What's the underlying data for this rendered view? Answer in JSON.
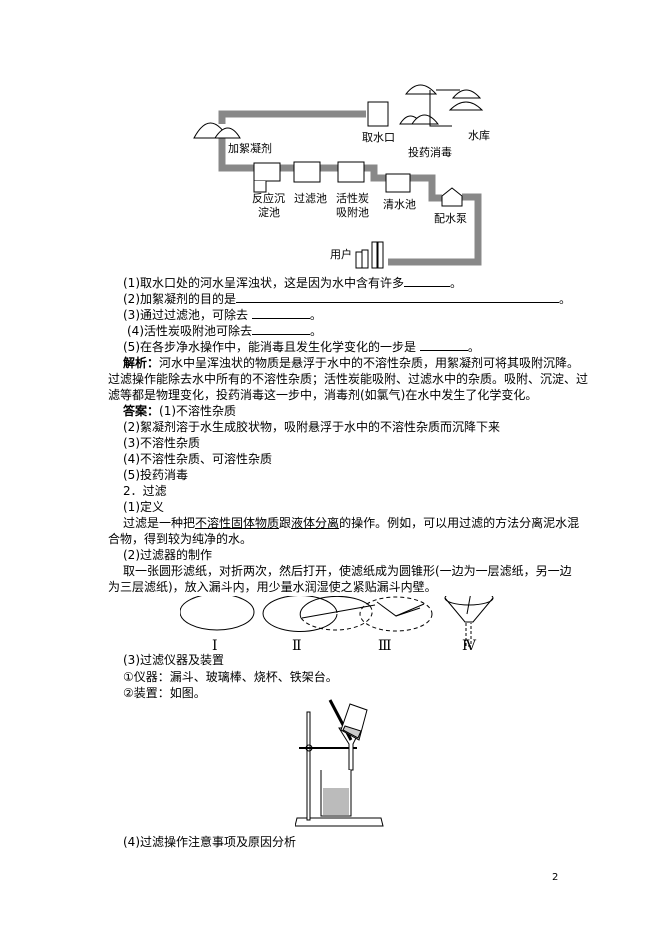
{
  "diagram1": {
    "labels": {
      "intake": "取水口",
      "reservoir": "水库",
      "coagulant": "加絮凝剂",
      "disinfect": "投药消毒",
      "tank1a": "反应沉",
      "tank1b": "淀池",
      "tank2": "过滤池",
      "tank3a": "活性炭",
      "tank3b": "吸附池",
      "tank4": "清水池",
      "pump": "配水泵",
      "user": "用户"
    }
  },
  "questions": [
    {
      "text": "(1)取水口处的河水呈浑浊状，这是因为水中含有许多",
      "end": "。"
    },
    {
      "text": "(2)加絮凝剂的目的是",
      "end": "。"
    },
    {
      "text": "(3)通过过滤池，可除去",
      "end": "。"
    },
    {
      "text": "(4)活性炭吸附池可除去",
      "end": "。"
    },
    {
      "text": "(5)在各步净水操作中，能消毒且发生化学变化的一步是",
      "end": "。"
    }
  ],
  "analysis": {
    "label": "解析：",
    "line1": "河水中呈浑浊状的物质是悬浮于水中的不溶性杂质，用絮凝剂可将其吸附沉降。",
    "line2": "过滤操作能除去水中所有的不溶性杂质；活性炭能吸附、过滤水中的杂质。吸附、沉淀、过",
    "line3": "滤等都是物理变化，投药消毒这一步中，消毒剂(如氯气)在水中发生了化学变化。"
  },
  "answer": {
    "label": "答案：",
    "items": [
      "(1)不溶性杂质",
      "(2)絮凝剂溶于水生成胶状物，吸附悬浮于水中的不溶性杂质而沉降下来",
      "(3)不溶性杂质",
      "(4)不溶性杂质、可溶性杂质",
      "(5)投药消毒"
    ]
  },
  "section": {
    "heading": "2．过滤",
    "def_heading": "(1)定义",
    "def_pre": "过滤是一种把",
    "def_u1": "不溶性固体物质",
    "def_mid": "跟",
    "def_u2": "液体分离",
    "def_post": "的操作。例如，可以用过滤的方法分离泥水混",
    "def_line2": "合物，得到较为纯净的水。",
    "make_heading": "(2)过滤器的制作",
    "make_line1": "取一张圆形滤纸，对折两次，然后打开，使滤纸成为圆锥形(一边为一层滤纸，另一边",
    "make_line2": "为三层滤纸)，放入漏斗内，用少量水润湿使之紧贴漏斗内壁。",
    "fig_labels": [
      "Ⅰ",
      "Ⅱ",
      "Ⅲ",
      "Ⅳ"
    ],
    "app_heading": "(3)过滤仪器及装置",
    "app_item1": "①仪器：漏斗、玻璃棒、烧杯、铁架台。",
    "app_item2": "②装置：如图。",
    "notes_heading": "(4)过滤操作注意事项及原因分析"
  },
  "page_number": "2"
}
